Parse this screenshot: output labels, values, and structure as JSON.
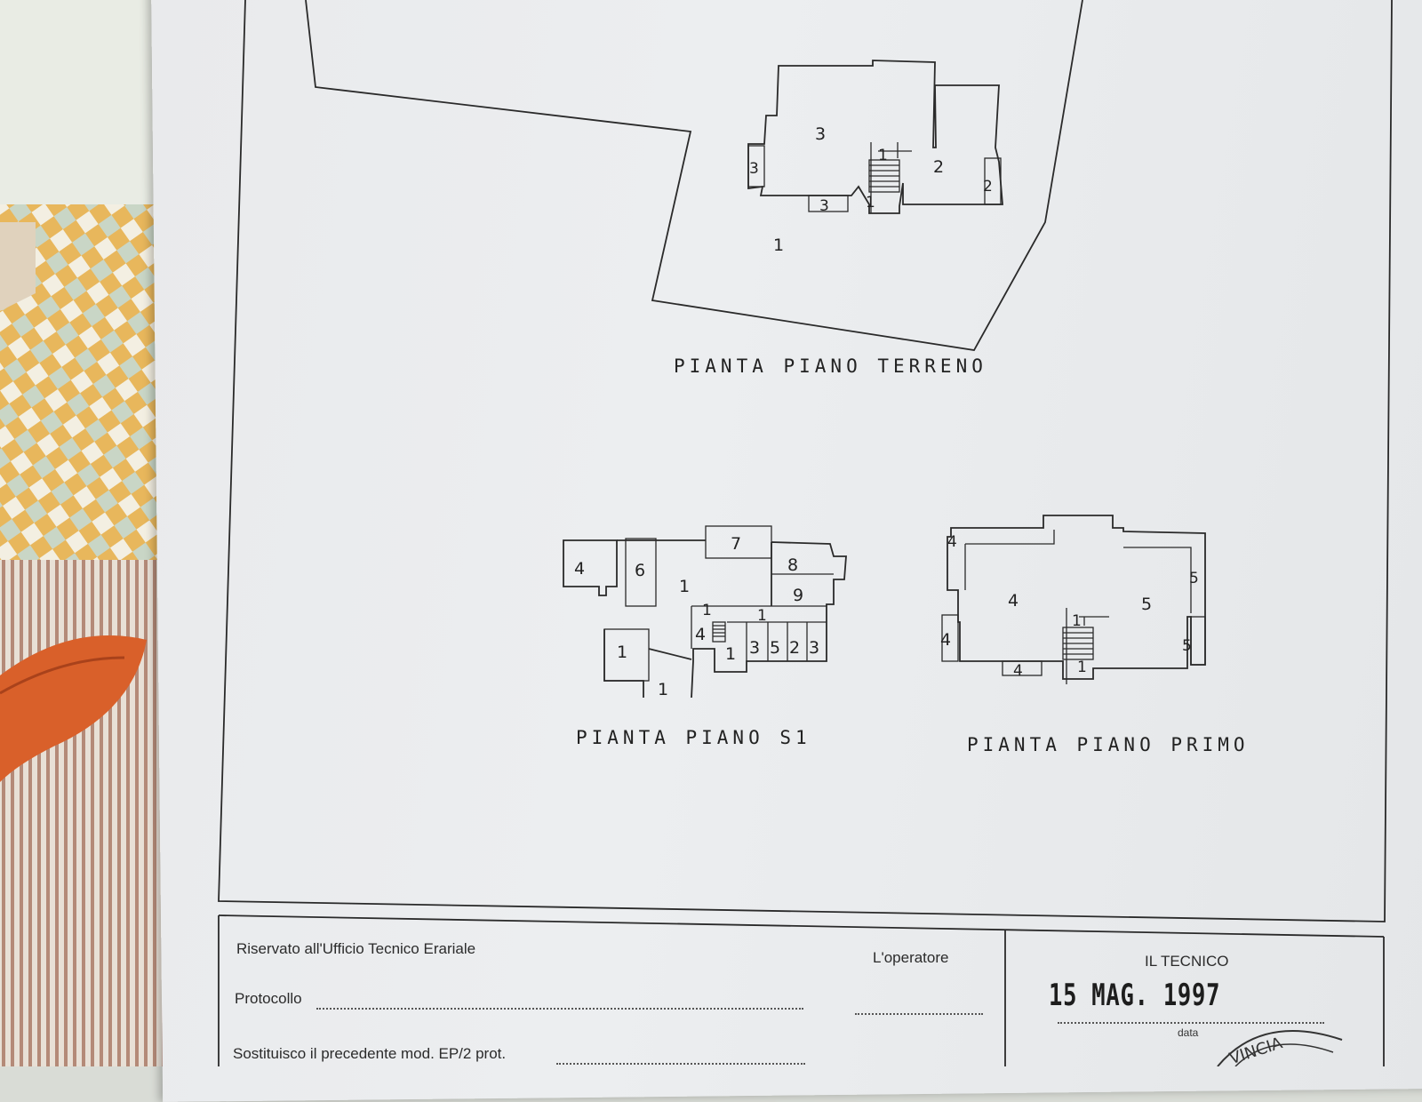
{
  "plans": {
    "ground": {
      "title": "PIANTA  PIANO  TERRENO",
      "room_labels": [
        "3",
        "3",
        "3",
        "1",
        "1",
        "2",
        "2",
        "1"
      ]
    },
    "basement": {
      "title": "PIANTA PIANO S1",
      "room_labels": [
        "4",
        "6",
        "7",
        "8",
        "1",
        "9",
        "4",
        "1",
        "3",
        "5",
        "2",
        "3",
        "1",
        "1",
        "1",
        "1"
      ]
    },
    "first": {
      "title": "PIANTA  PIANO  PRIMO",
      "room_labels": [
        "4",
        "4",
        "4",
        "4",
        "5",
        "5",
        "5",
        "1",
        "1"
      ]
    }
  },
  "form": {
    "reserved_label": "Riservato all'Ufficio Tecnico Erariale",
    "operator_label": "L'operatore",
    "protocol_label": "Protocollo",
    "replace_label": "Sostituisco il precedente mod. EP/2 prot.",
    "technician_label": "IL TECNICO",
    "date_value": "15 MAG. 1997",
    "date_caption": "data",
    "stamp_text": "VINCIA"
  }
}
